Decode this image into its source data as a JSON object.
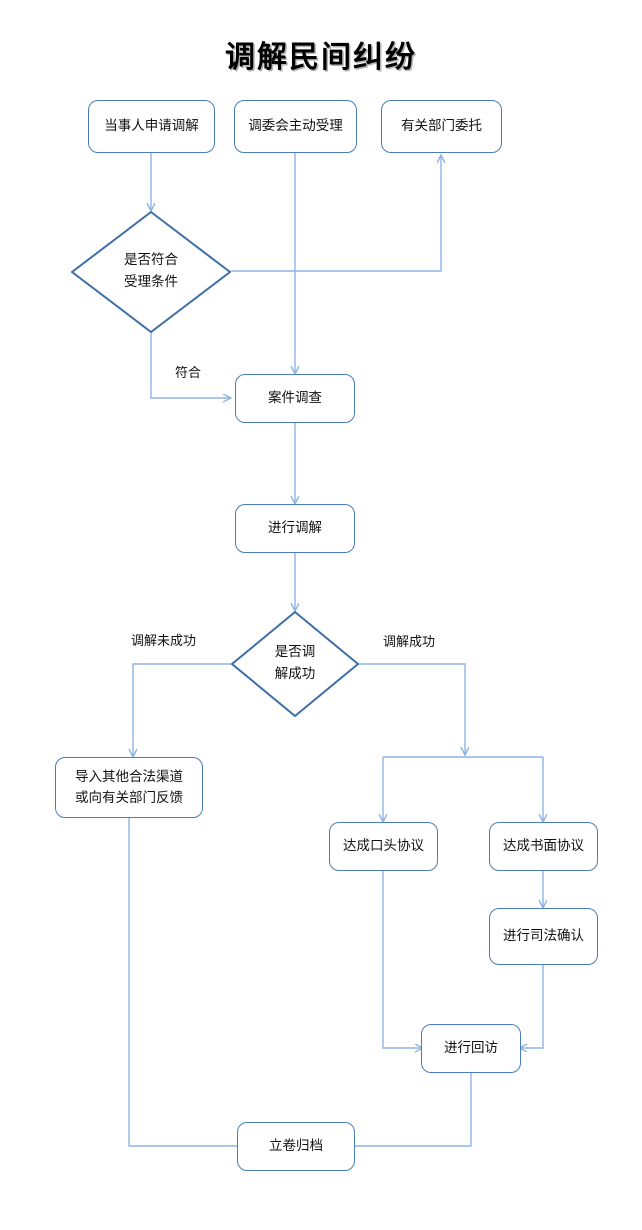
{
  "title": "调解民间纠纷",
  "theme": {
    "node_border": "#4a7ebb",
    "node_fill": "#ffffff",
    "connector": "#8eb4e3",
    "diamond_border": "#3f6fa8",
    "text": "#111111",
    "background": "#ffffff"
  },
  "nodes": {
    "applicant_request": {
      "label": "当事人申请调解",
      "shape": "rounded-rect"
    },
    "committee_accept": {
      "label": "调委会主动受理",
      "shape": "rounded-rect"
    },
    "department_entrust": {
      "label": "有关部门委托",
      "shape": "rounded-rect"
    },
    "check_conditions": {
      "label": "是否符合\n受理条件",
      "shape": "diamond"
    },
    "case_investigation": {
      "label": "案件调查",
      "shape": "rounded-rect"
    },
    "conduct_mediation": {
      "label": "进行调解",
      "shape": "rounded-rect"
    },
    "mediation_success": {
      "label": "是否调\n解成功",
      "shape": "diamond"
    },
    "other_channels": {
      "label": "导入其他合法渠道\n或向有关部门反馈",
      "shape": "rounded-rect"
    },
    "oral_agreement": {
      "label": "达成口头协议",
      "shape": "rounded-rect"
    },
    "written_agreement": {
      "label": "达成书面协议",
      "shape": "rounded-rect"
    },
    "judicial_confirm": {
      "label": "进行司法确认",
      "shape": "rounded-rect"
    },
    "follow_up": {
      "label": "进行回访",
      "shape": "rounded-rect"
    },
    "file_archive": {
      "label": "立卷归档",
      "shape": "rounded-rect"
    }
  },
  "edge_labels": {
    "meets_conditions": "符合",
    "mediation_failed": "调解未成功",
    "mediation_succeeded": "调解成功"
  },
  "chart_data": {
    "type": "diagram",
    "diagram_type": "flowchart",
    "title": "调解民间纠纷",
    "orientation": "top-to-bottom",
    "node_order": [
      "当事人申请调解",
      "调委会主动受理",
      "有关部门委托",
      "是否符合受理条件",
      "案件调查",
      "进行调解",
      "是否调解成功",
      "导入其他合法渠道或向有关部门反馈",
      "达成口头协议",
      "达成书面协议",
      "进行司法确认",
      "进行回访",
      "立卷归档"
    ],
    "edges": [
      {
        "from": "当事人申请调解",
        "to": "是否符合受理条件",
        "label": ""
      },
      {
        "from": "调委会主动受理",
        "to": "案件调查",
        "label": ""
      },
      {
        "from": "是否符合受理条件",
        "to": "有关部门委托",
        "label": ""
      },
      {
        "from": "是否符合受理条件",
        "to": "案件调查",
        "label": "符合"
      },
      {
        "from": "案件调查",
        "to": "进行调解",
        "label": ""
      },
      {
        "from": "进行调解",
        "to": "是否调解成功",
        "label": ""
      },
      {
        "from": "是否调解成功",
        "to": "导入其他合法渠道或向有关部门反馈",
        "label": "调解未成功"
      },
      {
        "from": "是否调解成功",
        "to": "达成口头协议",
        "label": "调解成功"
      },
      {
        "from": "是否调解成功",
        "to": "达成书面协议",
        "label": "调解成功"
      },
      {
        "from": "达成书面协议",
        "to": "进行司法确认",
        "label": ""
      },
      {
        "from": "达成口头协议",
        "to": "进行回访",
        "label": ""
      },
      {
        "from": "进行司法确认",
        "to": "进行回访",
        "label": ""
      },
      {
        "from": "进行回访",
        "to": "立卷归档",
        "label": ""
      },
      {
        "from": "导入其他合法渠道或向有关部门反馈",
        "to": "立卷归档",
        "label": ""
      }
    ]
  }
}
